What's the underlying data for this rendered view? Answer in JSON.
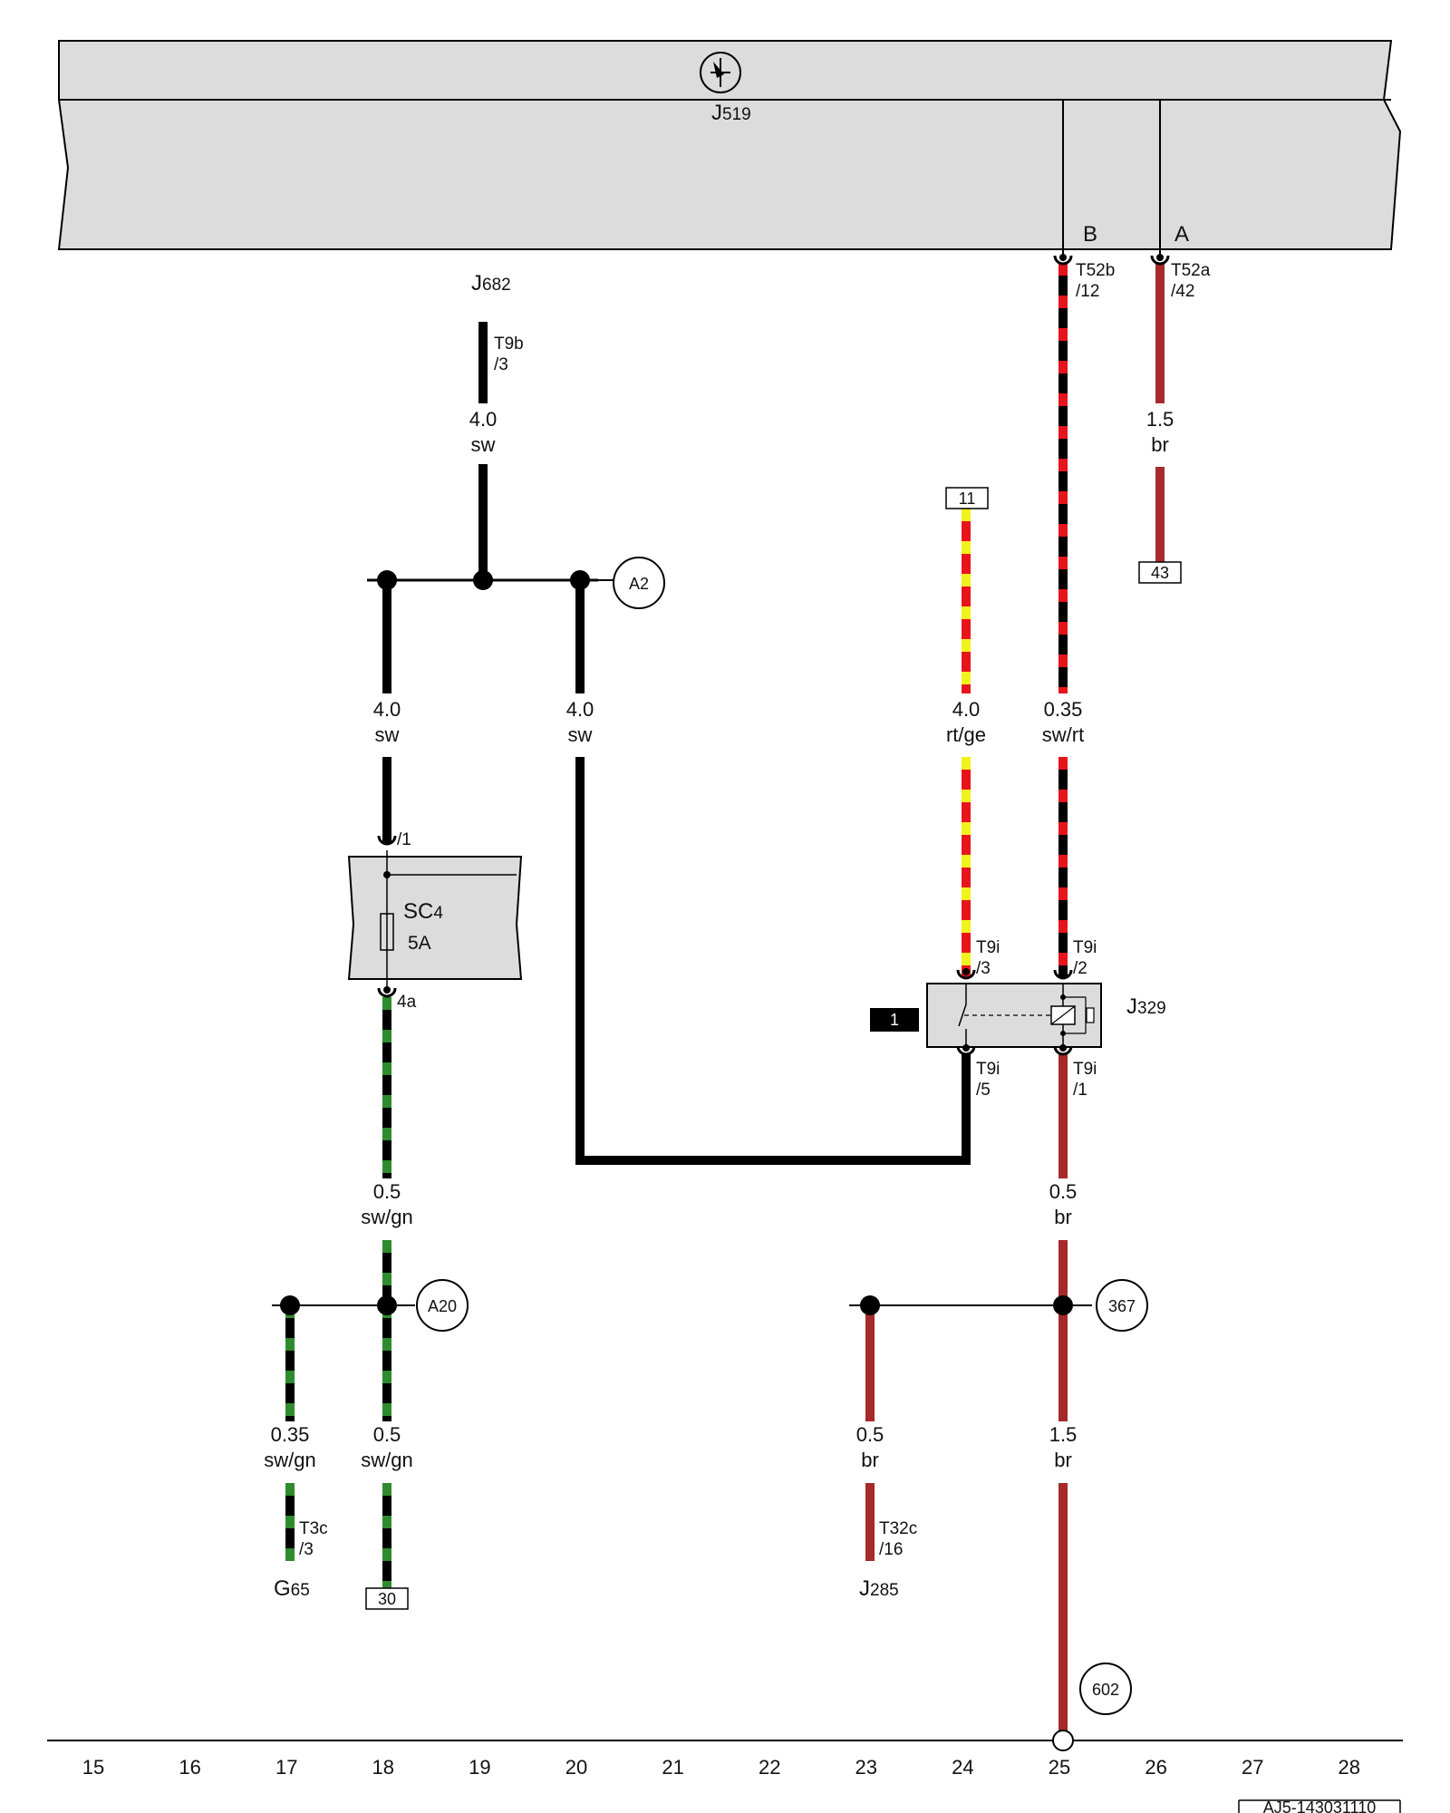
{
  "components": {
    "j519": {
      "name": "J",
      "sub": "519"
    },
    "j682": {
      "name": "J",
      "sub": "682"
    },
    "sc4": {
      "name": "SC",
      "sub": "4",
      "rating": "5A"
    },
    "j329": {
      "name": "J",
      "sub": "329"
    },
    "g65": {
      "name": "G",
      "sub": "65"
    },
    "j285": {
      "name": "J",
      "sub": "285"
    }
  },
  "connector_letters": {
    "b": "B",
    "a": "A"
  },
  "pins": {
    "t52b_name": "T52b",
    "t52b_num": "/12",
    "t52a_name": "T52a",
    "t52a_num": "/42",
    "t9b_name": "T9b",
    "t9b_num": "/3",
    "sc4_in": "/1",
    "sc4_out": "4a",
    "t9i3_name": "T9i",
    "t9i3_num": "/3",
    "t9i2_name": "T9i",
    "t9i2_num": "/2",
    "t9i5_name": "T9i",
    "t9i5_num": "/5",
    "t9i1_name": "T9i",
    "t9i1_num": "/1",
    "t3c_name": "T3c",
    "t3c_num": "/3",
    "t32c_name": "T32c",
    "t32c_num": "/16"
  },
  "wires": {
    "w_j682": {
      "size": "4.0",
      "color": "sw"
    },
    "w_sc4_in": {
      "size": "4.0",
      "color": "sw"
    },
    "w_a2": {
      "size": "4.0",
      "color": "sw"
    },
    "w_rtge": {
      "size": "4.0",
      "color": "rt/ge"
    },
    "w_swrt": {
      "size": "0.35",
      "color": "sw/rt"
    },
    "w_br_top": {
      "size": "1.5",
      "color": "br"
    },
    "w_swgn_mid": {
      "size": "0.5",
      "color": "sw/gn"
    },
    "w_br_mid": {
      "size": "0.5",
      "color": "br"
    },
    "w_g65": {
      "size": "0.35",
      "color": "sw/gn"
    },
    "w_swgn_30": {
      "size": "0.5",
      "color": "sw/gn"
    },
    "w_j285": {
      "size": "0.5",
      "color": "br"
    },
    "w_br_bot": {
      "size": "1.5",
      "color": "br"
    }
  },
  "references": {
    "a2": "A2",
    "a20": "A20",
    "r367": "367",
    "r602": "602",
    "box11": "11",
    "box43": "43",
    "box30": "30",
    "box1": "1"
  },
  "axis_numbers": [
    "15",
    "16",
    "17",
    "18",
    "19",
    "20",
    "21",
    "22",
    "23",
    "24",
    "25",
    "26",
    "27",
    "28"
  ],
  "doc_id": "AJ5-143031110",
  "colors": {
    "sw": "#000000",
    "rt": "#e8141c",
    "ge": "#f2f21c",
    "gn": "#2e8b2e",
    "br": "#a52a2a",
    "component_fill": "#dcdcdc"
  }
}
